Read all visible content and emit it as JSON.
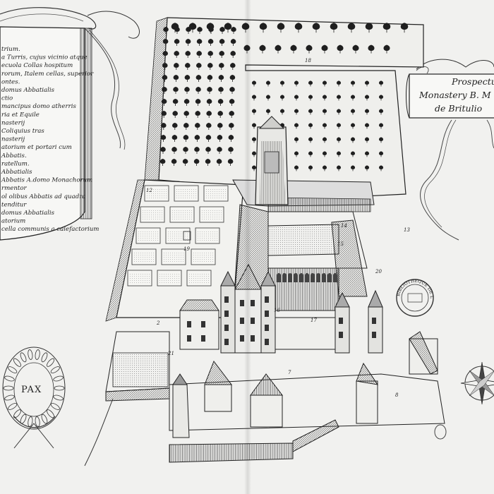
{
  "plate": {
    "title": {
      "lines": [
        "Prospectus",
        "Monastery B. M",
        "de Britulio"
      ]
    },
    "legend_lines": [
      "trium.",
      "a Turris, cujus vicinio atque",
      "ecuola Collas hospitum",
      "rorum, Italem cellas, superior",
      "ontes.",
      "domus Abbatialis",
      "ctio",
      "mancipus domo atherris",
      "ria et Equile",
      "nasterij",
      "Coliquius tras",
      "nasterij",
      "atorium et portari cum",
      "Abbatis.",
      "ratellum.",
      "Abbatialis",
      "Abbatis A.domo Monachorum",
      "rmentor",
      "ol olibus Abbatis ad quadra",
      "tenditur",
      "domus Abbatialis",
      "atorium",
      "cella communis a calefactorium"
    ],
    "wreath_text": "PAX",
    "stamp_text": "BIBLIOTHEQUE DE L'UNIVERSITE",
    "plan_numbers": [
      "12",
      "13",
      "14",
      "15",
      "16",
      "17",
      "18",
      "19",
      "20",
      "21",
      "2",
      "7",
      "8"
    ]
  },
  "colors": {
    "paper": "#f1f1ef",
    "ink": "#1f1f1f",
    "shade": "#6a6a6a"
  }
}
